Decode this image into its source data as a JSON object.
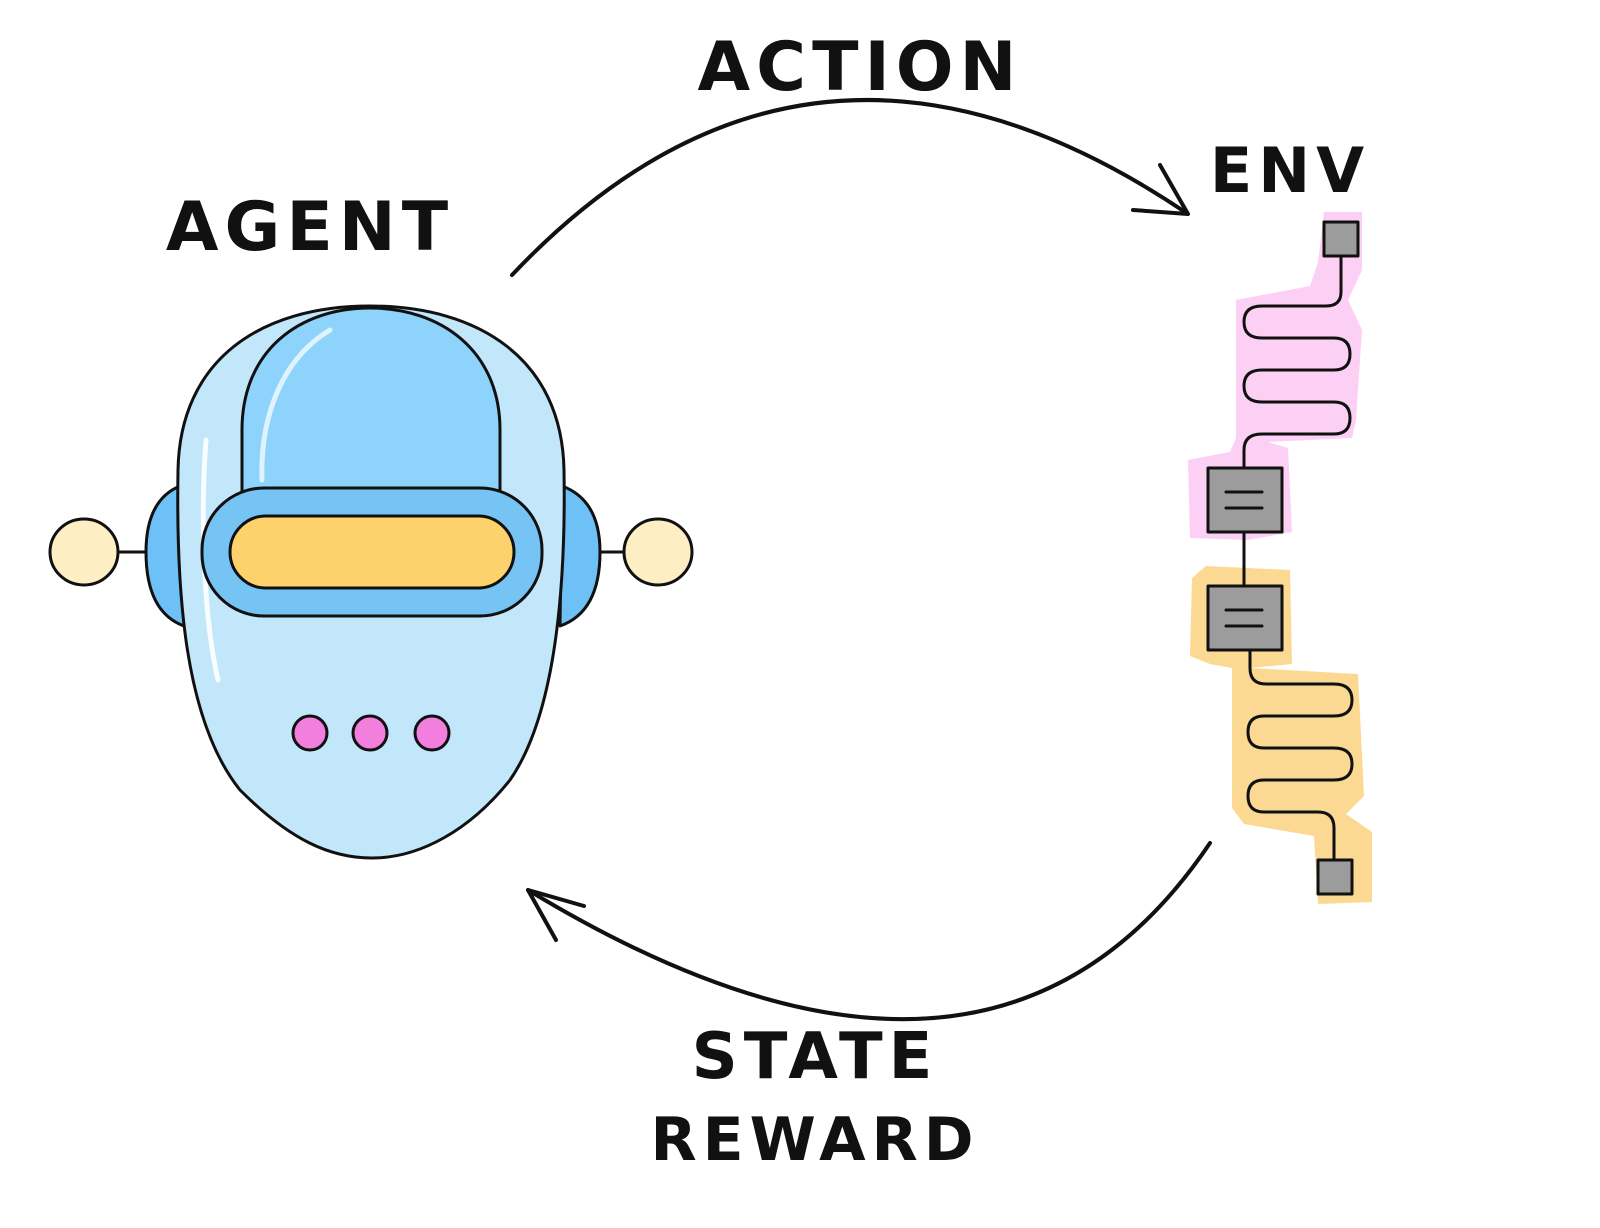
{
  "labels": {
    "agent": "AGENT",
    "action": "ACTION",
    "env": "ENV",
    "state": "STATE",
    "reward": "REWARD"
  },
  "colors": {
    "ink": "#111111",
    "helmet_light": "#c2e6fa",
    "helmet_dark": "#8dd3fb",
    "side_pad": "#6ec1f7",
    "visor_frame": "#76c4f3",
    "visor_glass": "#fdd16c",
    "ear_knob": "#fdeec4",
    "dots": "#f27fde",
    "chip": "#9c9c9c",
    "glow_pink": "#fcd0f4",
    "glow_yellow": "#fbd992"
  },
  "icons": {
    "agent": "robot-head-icon",
    "environment": "superconducting-qubit-circuit-icon"
  }
}
